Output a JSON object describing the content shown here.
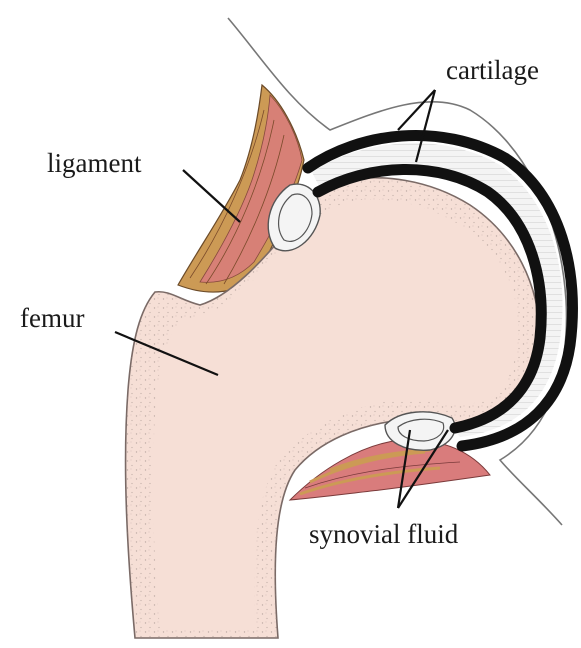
{
  "labels": {
    "cartilage": "cartilage",
    "ligament": "ligament",
    "femur": "femur",
    "synovial_fluid": "synovial fluid"
  },
  "colors": {
    "bone": "#f6dfd6",
    "bone_outline": "#7a6a66",
    "cartilage": "#111111",
    "ligament_tan": "#cc9a55",
    "ligament_red": "#d97c7c",
    "joint_space": "#f4f4f4",
    "leader": "#111111"
  },
  "icons": {
    "femur": "femur-bone-shape",
    "cartilage": "cartilage-band",
    "ligament": "ligament-fibers",
    "synovial": "synovial-fluid-pocket"
  }
}
